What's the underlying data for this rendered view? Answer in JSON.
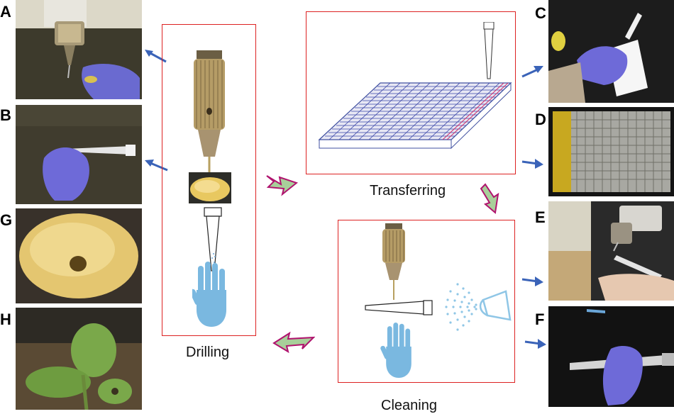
{
  "panel_labels": {
    "a": "A",
    "b": "B",
    "g": "G",
    "h": "H",
    "c": "C",
    "d": "D",
    "e": "E",
    "f": "F"
  },
  "steps": {
    "drilling": "Drilling",
    "transferring": "Transferring",
    "cleaning": "Cleaning"
  },
  "colors": {
    "panel_border": "#dd2222",
    "arrow_blue": "#3a63b8",
    "flow_arrow_fill": "#a8cf9a",
    "flow_arrow_edge": "#b0136e",
    "glove": "#6e6ad8",
    "hand": "#7ab8e0"
  }
}
